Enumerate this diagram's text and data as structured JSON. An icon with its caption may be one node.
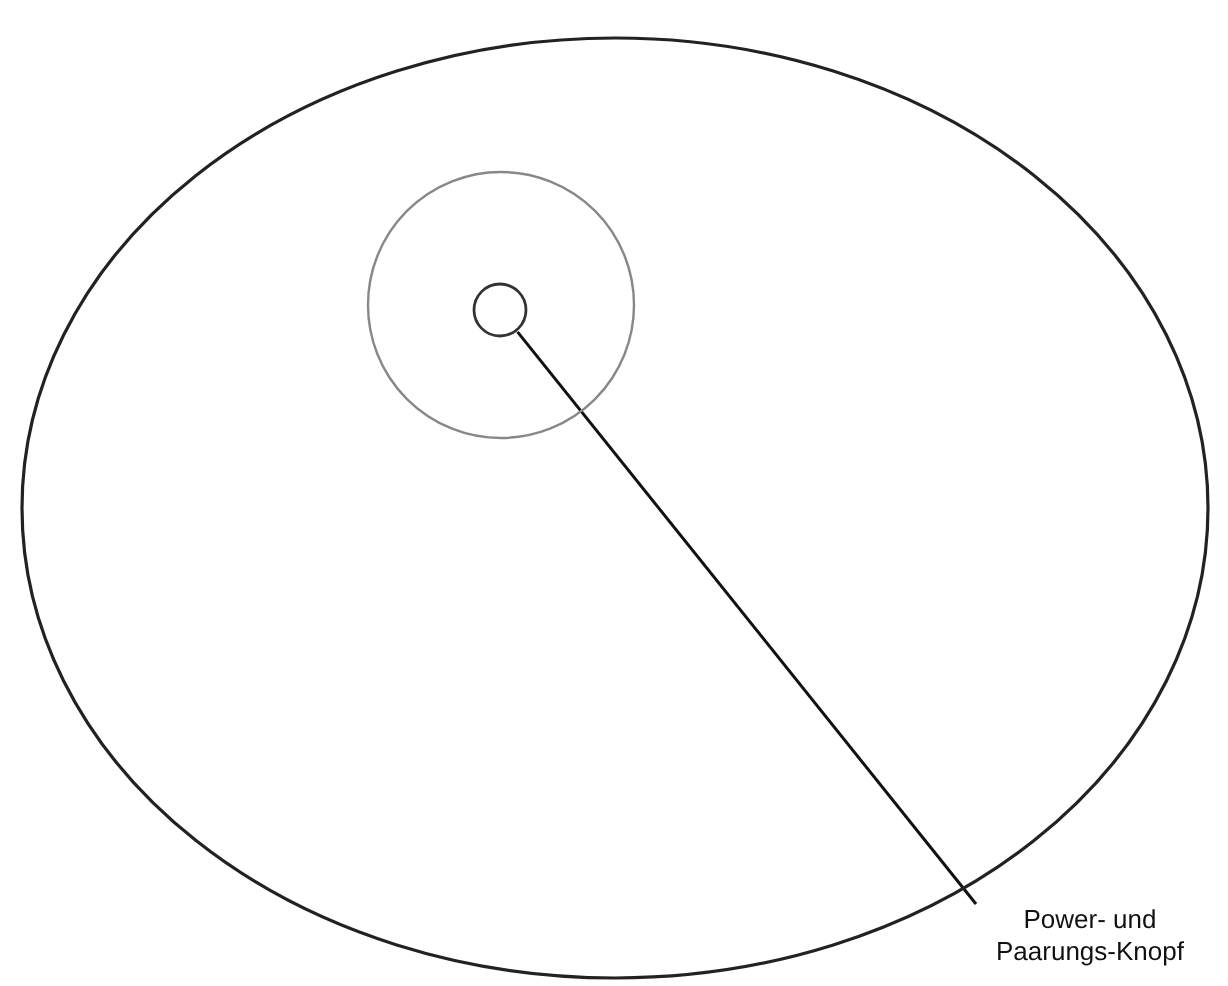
{
  "diagram": {
    "nodes": [
      {
        "text": [],
        "shape": "circle"
      },
      {
        "text": [],
        "shape": "circle",
        "in": 0
      },
      {
        "text": [],
        "shape": "circle",
        "in": 1
      },
      {
        "text": [
          "Power- und Paarungs-Knopf"
        ]
      }
    ],
    "edges": [
      {
        "from": 3,
        "to": 2,
        "arrow": "none"
      }
    ]
  }
}
